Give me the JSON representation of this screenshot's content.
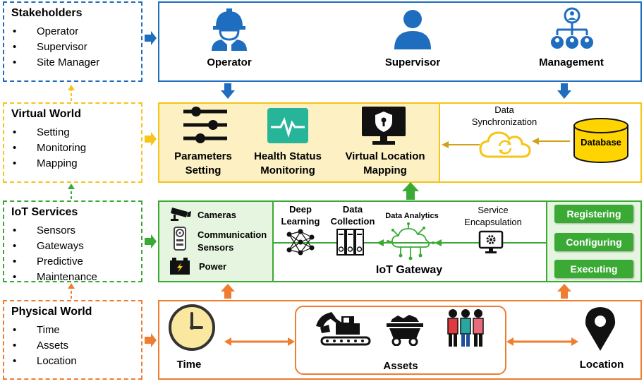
{
  "colors": {
    "blue": "#1f6dbf",
    "yellow": "#f5c518",
    "yellow_fill": "#fdf0c2",
    "green": "#3aaa35",
    "green_fill": "#e5f5e0",
    "orange": "#ee7d31"
  },
  "stakeholders": {
    "title": "Stakeholders",
    "items": [
      "Operator",
      "Supervisor",
      "Site Manager"
    ],
    "operator_label": "Operator",
    "supervisor_label": "Supervisor",
    "management_label": "Management"
  },
  "virtual_world": {
    "title": "Virtual World",
    "items": [
      "Setting",
      "Monitoring",
      "Mapping"
    ],
    "parameters_line1": "Parameters",
    "parameters_line2": "Setting",
    "health_line1": "Health Status",
    "health_line2": "Monitoring",
    "mapping_line1": "Virtual Location",
    "mapping_line2": "Mapping",
    "sync_line1": "Data",
    "sync_line2": "Synchronization",
    "database_label": "Database"
  },
  "iot_services": {
    "title": "IoT Services",
    "items": [
      "Sensors",
      "Gateways",
      "Predictive",
      "Maintenance"
    ],
    "cameras_label": "Cameras",
    "comm_line1": "Communication",
    "comm_line2": "Sensors",
    "power_label": "Power",
    "deep_line1": "Deep",
    "deep_line2": "Learning",
    "data_line1": "Data",
    "data_line2": "Collection",
    "analytics_label": "Data Analytics",
    "service_line1": "Service",
    "service_line2": "Encapsulation",
    "gateway_label": "IoT Gateway",
    "buttons": [
      "Registering",
      "Configuring",
      "Executing"
    ]
  },
  "physical_world": {
    "title": "Physical World",
    "items": [
      "Time",
      "Assets",
      "Location"
    ],
    "time_label": "Time",
    "assets_label": "Assets",
    "location_label": "Location"
  },
  "icons": [
    "worker-helmet-icon",
    "person-icon",
    "org-chart-icon",
    "sliders-icon",
    "heartbeat-monitor-icon",
    "lock-monitor-icon",
    "cloud-sync-icon",
    "database-icon",
    "camera-icon",
    "sensor-device-icon",
    "battery-icon",
    "neural-net-icon",
    "binders-icon",
    "cloud-network-icon",
    "gear-monitor-icon",
    "clock-icon",
    "excavator-icon",
    "mine-cart-icon",
    "workers-group-icon",
    "location-pin-icon"
  ]
}
